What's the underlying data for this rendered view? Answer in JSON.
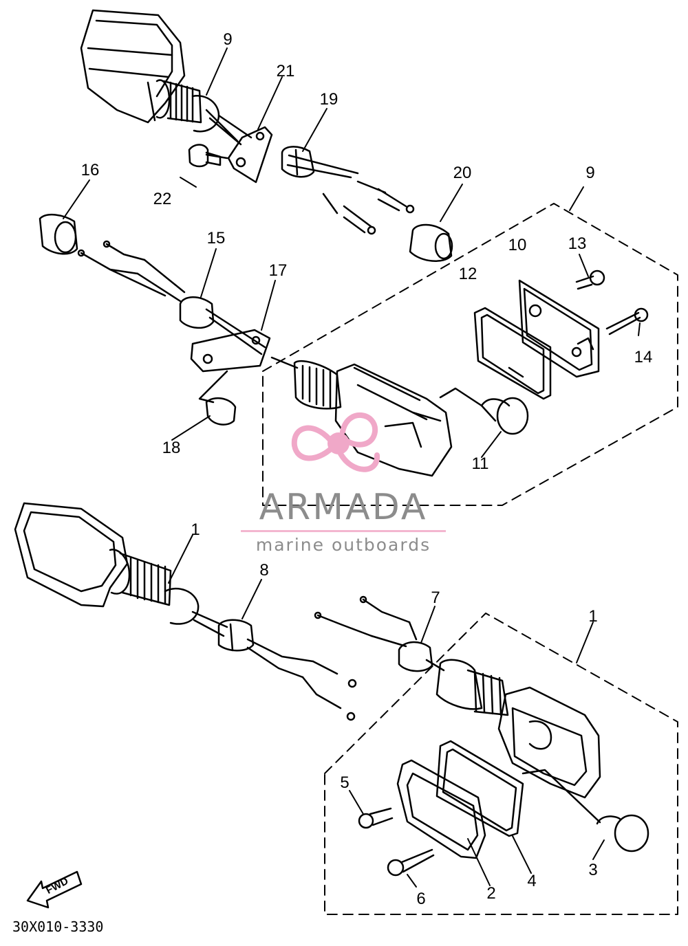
{
  "diagram": {
    "catalog_code": "30X010-3330",
    "fwd_label": "FWD",
    "callouts": [
      "1",
      "1",
      "2",
      "3",
      "4",
      "5",
      "6",
      "7",
      "8",
      "9",
      "9",
      "10",
      "11",
      "12",
      "13",
      "14",
      "15",
      "16",
      "17",
      "18",
      "19",
      "20",
      "21",
      "22"
    ]
  },
  "watermark": {
    "brand": "ARMADA",
    "tagline": "marine outboards",
    "colors": {
      "text": "#8c8c8c",
      "accent": "#f3b6cf",
      "logo": "#f0a8c8"
    }
  },
  "colors": {
    "line": "#000000",
    "background": "#ffffff"
  },
  "icons": [
    "fwd-arrow-icon",
    "propeller-logo-icon"
  ]
}
